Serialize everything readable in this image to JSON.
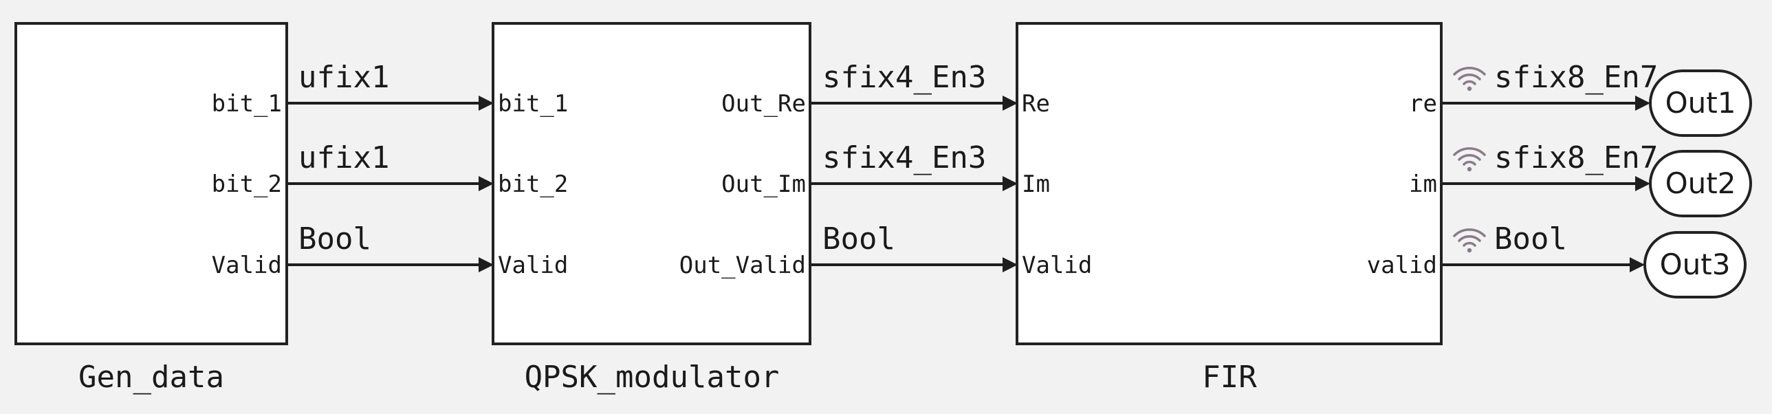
{
  "colors": {
    "background": "#f2f2f2",
    "block_fill": "#ffffff",
    "line": "#222222",
    "logging_icon": "#8a7a8a"
  },
  "blocks": {
    "gen_data": {
      "name": "Gen_data",
      "out_ports": [
        "bit_1",
        "bit_2",
        "Valid"
      ]
    },
    "qpsk": {
      "name": "QPSK_modulator",
      "in_ports": [
        "bit_1",
        "bit_2",
        "Valid"
      ],
      "out_ports": [
        "Out_Re",
        "Out_Im",
        "Out_Valid"
      ]
    },
    "fir": {
      "name": "FIR",
      "in_ports": [
        "Re",
        "Im",
        "Valid"
      ],
      "out_ports": [
        "re",
        "im",
        "valid"
      ]
    }
  },
  "signals": {
    "gen_to_qpsk": [
      "ufix1",
      "ufix1",
      "Bool"
    ],
    "qpsk_to_fir": [
      "sfix4_En3",
      "sfix4_En3",
      "Bool"
    ],
    "fir_to_out": [
      "sfix8_En7",
      "sfix8_En7",
      "Bool"
    ]
  },
  "outports": [
    "Out1",
    "Out2",
    "Out3"
  ],
  "icons": {
    "signal_logging": "wifi-icon"
  }
}
